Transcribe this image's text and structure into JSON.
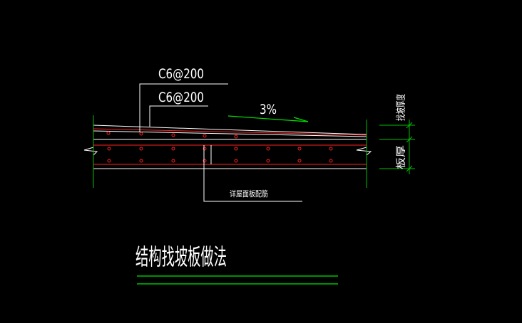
{
  "drawing": {
    "background": "#000000",
    "colors": {
      "outline": "#FFFFFF",
      "rebar": "#FF2020",
      "dimension": "#00C000",
      "arrow": "#00E000",
      "title_underline": "#00C000"
    },
    "labels": {
      "rebar_top": "C6@200",
      "rebar_bottom": "C6@200",
      "slope": "3%",
      "dim_upper": "找坡厚度",
      "dim_lower": "板厚",
      "floor_rebar_note": "详屋面板配筋"
    },
    "title": "结构找坡板做法"
  }
}
